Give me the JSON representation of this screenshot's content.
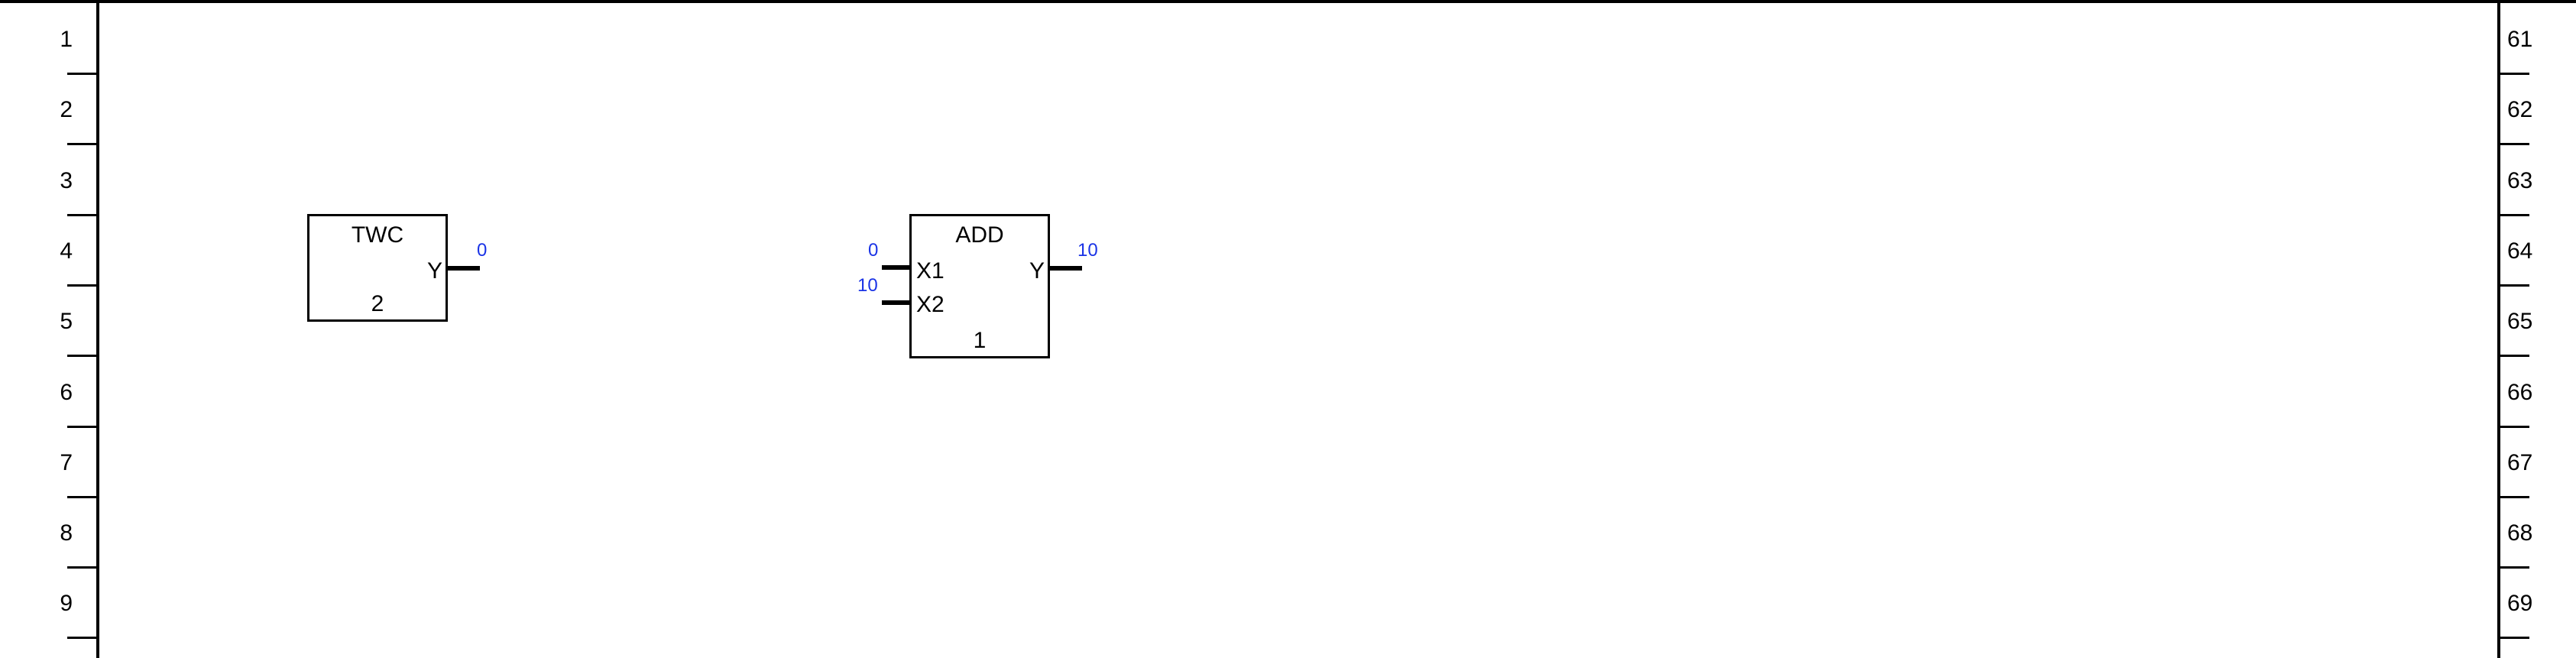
{
  "left_rows": [
    "1",
    "2",
    "3",
    "4",
    "5",
    "6",
    "7",
    "8",
    "9"
  ],
  "right_rows": [
    "61",
    "62",
    "63",
    "64",
    "65",
    "66",
    "67",
    "68",
    "69"
  ],
  "blocks": {
    "twc": {
      "title": "TWC",
      "number": "2",
      "output_label": "Y",
      "output_value": "0"
    },
    "add": {
      "title": "ADD",
      "number": "1",
      "input1_label": "X1",
      "input1_value": "0",
      "input2_label": "X2",
      "input2_value": "10",
      "output_label": "Y",
      "output_value": "10"
    }
  },
  "colors": {
    "line": "#000000",
    "value_text": "#1a33e6",
    "background": "#ffffff"
  }
}
